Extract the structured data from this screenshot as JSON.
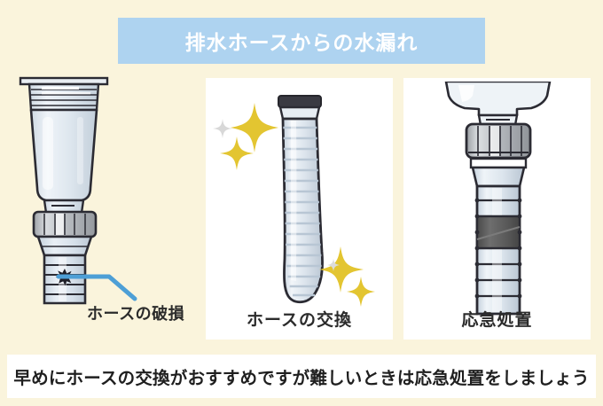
{
  "background_color": "#faf4dc",
  "header": {
    "title": "排水ホースからの水漏れ",
    "banner_color": "#aed3f0",
    "title_color": "#ffffff"
  },
  "left_illustration": {
    "name": "damaged-drain-pipe",
    "caption": "ホースの破損",
    "pointer_color": "#4d9fd6",
    "damage_marker_color": "#1f1f28",
    "pipe_body_color": "#dde6ee",
    "pipe_outline_color": "#2b2b33"
  },
  "panels": [
    {
      "id": "hose-replacement",
      "label": "ホースの交換",
      "background": "#ffffff",
      "illustration": "new-corrugated-hose",
      "sparkle_color": "#e3c531",
      "sparkle_small_color": "#d8d8d8",
      "hose_body_color": "#e4eaf0",
      "hose_cuff_color": "#3a3a42"
    },
    {
      "id": "emergency-fix",
      "label": "応急処置",
      "background": "#ffffff",
      "illustration": "taped-drain-pipe",
      "tape_color": "#5c5c5c",
      "nut_color": "#b8b8b8",
      "pipe_body_color": "#dce5ed"
    }
  ],
  "footer": {
    "caption": "早めにホースの交換がおすすめですが難しいときは応急処置をしましょう",
    "band_color": "#ffffff",
    "text_color": "#1f1f1f"
  }
}
